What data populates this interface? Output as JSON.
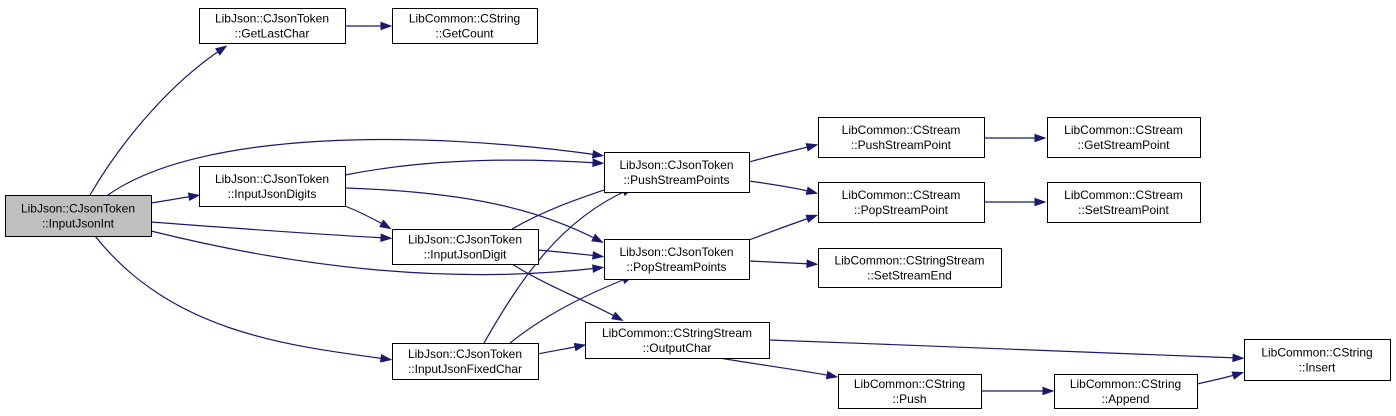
{
  "nodes": {
    "input_json_int": {
      "line1": "LibJson::CJsonToken",
      "line2": "::InputJsonInt",
      "highlighted": true
    },
    "get_last_char": {
      "line1": "LibJson::CJsonToken",
      "line2": "::GetLastChar"
    },
    "get_count": {
      "line1": "LibCommon::CString",
      "line2": "::GetCount"
    },
    "input_json_digits": {
      "line1": "LibJson::CJsonToken",
      "line2": "::InputJsonDigits"
    },
    "input_json_digit": {
      "line1": "LibJson::CJsonToken",
      "line2": "::InputJsonDigit"
    },
    "input_json_fixed_char": {
      "line1": "LibJson::CJsonToken",
      "line2": "::InputJsonFixedChar"
    },
    "push_stream_points": {
      "line1": "LibJson::CJsonToken",
      "line2": "::PushStreamPoints"
    },
    "pop_stream_points": {
      "line1": "LibJson::CJsonToken",
      "line2": "::PopStreamPoints"
    },
    "output_char": {
      "line1": "LibCommon::CStringStream",
      "line2": "::OutputChar"
    },
    "push_stream_point": {
      "line1": "LibCommon::CStream",
      "line2": "::PushStreamPoint"
    },
    "pop_stream_point": {
      "line1": "LibCommon::CStream",
      "line2": "::PopStreamPoint"
    },
    "set_stream_end": {
      "line1": "LibCommon::CStringStream",
      "line2": "::SetStreamEnd"
    },
    "get_stream_point": {
      "line1": "LibCommon::CStream",
      "line2": "::GetStreamPoint"
    },
    "set_stream_point": {
      "line1": "LibCommon::CStream",
      "line2": "::SetStreamPoint"
    },
    "push": {
      "line1": "LibCommon::CString",
      "line2": "::Push"
    },
    "append": {
      "line1": "LibCommon::CString",
      "line2": "::Append"
    },
    "insert": {
      "line1": "LibCommon::CString",
      "line2": "::Insert"
    }
  },
  "edges": [
    [
      "input_json_int",
      "get_last_char"
    ],
    [
      "input_json_int",
      "push_stream_points"
    ],
    [
      "input_json_int",
      "input_json_digits"
    ],
    [
      "input_json_int",
      "input_json_digit"
    ],
    [
      "input_json_int",
      "pop_stream_points"
    ],
    [
      "input_json_int",
      "input_json_fixed_char"
    ],
    [
      "get_last_char",
      "get_count"
    ],
    [
      "input_json_digits",
      "push_stream_points"
    ],
    [
      "input_json_digits",
      "pop_stream_points"
    ],
    [
      "input_json_digits",
      "input_json_digit"
    ],
    [
      "input_json_digit",
      "push_stream_points"
    ],
    [
      "input_json_digit",
      "pop_stream_points"
    ],
    [
      "input_json_digit",
      "output_char"
    ],
    [
      "input_json_fixed_char",
      "push_stream_points"
    ],
    [
      "input_json_fixed_char",
      "pop_stream_points"
    ],
    [
      "input_json_fixed_char",
      "output_char"
    ],
    [
      "push_stream_points",
      "push_stream_point"
    ],
    [
      "push_stream_points",
      "pop_stream_point"
    ],
    [
      "pop_stream_points",
      "pop_stream_point"
    ],
    [
      "pop_stream_points",
      "set_stream_end"
    ],
    [
      "push_stream_point",
      "get_stream_point"
    ],
    [
      "pop_stream_point",
      "set_stream_point"
    ],
    [
      "output_char",
      "push"
    ],
    [
      "output_char",
      "insert"
    ],
    [
      "push",
      "append"
    ],
    [
      "append",
      "insert"
    ]
  ]
}
